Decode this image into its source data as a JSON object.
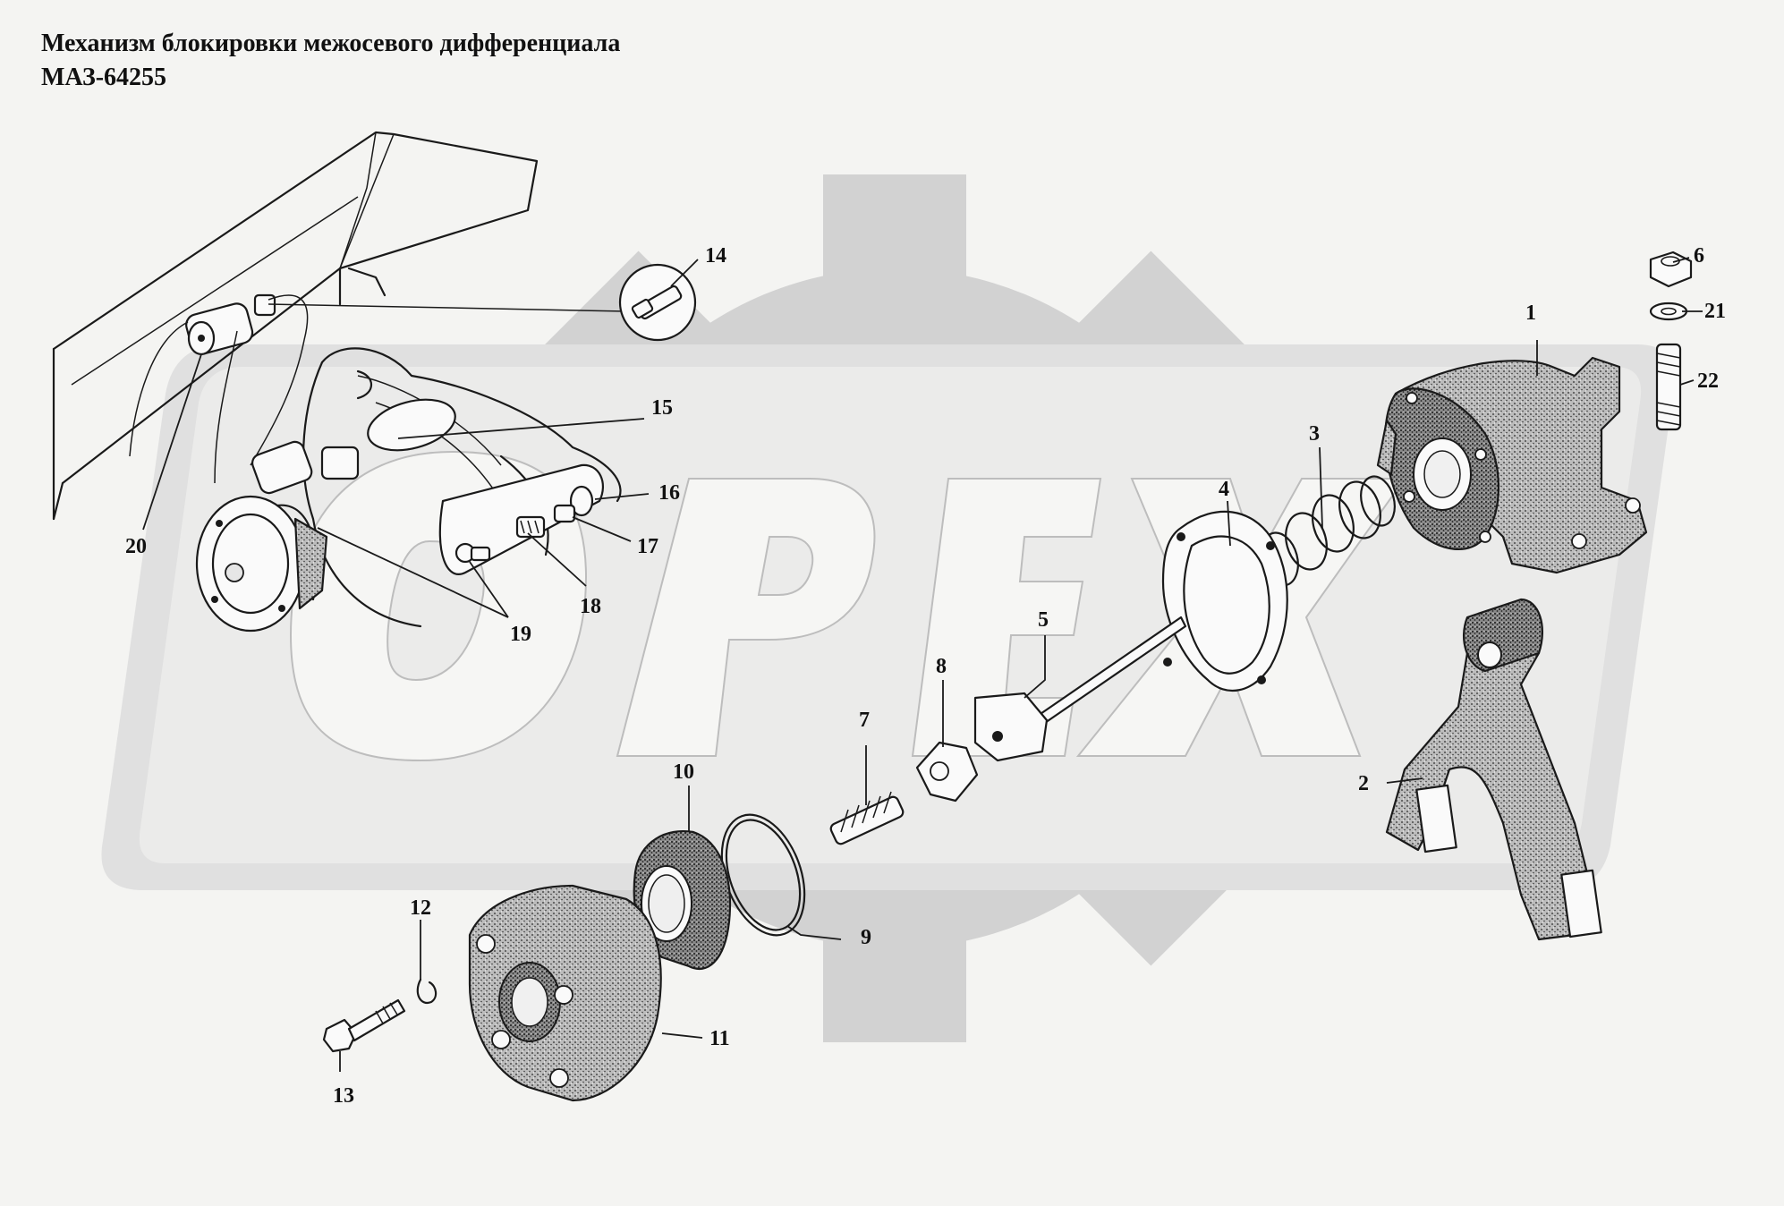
{
  "title": {
    "line1": "Механизм блокировки межосевого дифференциала",
    "line2": "МАЗ-64255"
  },
  "watermark": {
    "text": "OPEX",
    "kind": "logo",
    "gear_color": "#d2d2d2",
    "band_color": "#e2e2e2"
  },
  "callouts": [
    {
      "id": "1",
      "label": "1"
    },
    {
      "id": "2",
      "label": "2"
    },
    {
      "id": "3",
      "label": "3"
    },
    {
      "id": "4",
      "label": "4"
    },
    {
      "id": "5",
      "label": "5"
    },
    {
      "id": "6",
      "label": "6"
    },
    {
      "id": "7",
      "label": "7"
    },
    {
      "id": "8",
      "label": "8"
    },
    {
      "id": "9",
      "label": "9"
    },
    {
      "id": "10",
      "label": "10"
    },
    {
      "id": "11",
      "label": "11"
    },
    {
      "id": "12",
      "label": "12"
    },
    {
      "id": "13",
      "label": "13"
    },
    {
      "id": "14",
      "label": "14"
    },
    {
      "id": "15",
      "label": "15"
    },
    {
      "id": "16",
      "label": "16"
    },
    {
      "id": "17",
      "label": "17"
    },
    {
      "id": "18",
      "label": "18"
    },
    {
      "id": "19",
      "label": "19"
    },
    {
      "id": "20",
      "label": "20"
    },
    {
      "id": "21",
      "label": "21"
    },
    {
      "id": "22",
      "label": "22"
    }
  ]
}
